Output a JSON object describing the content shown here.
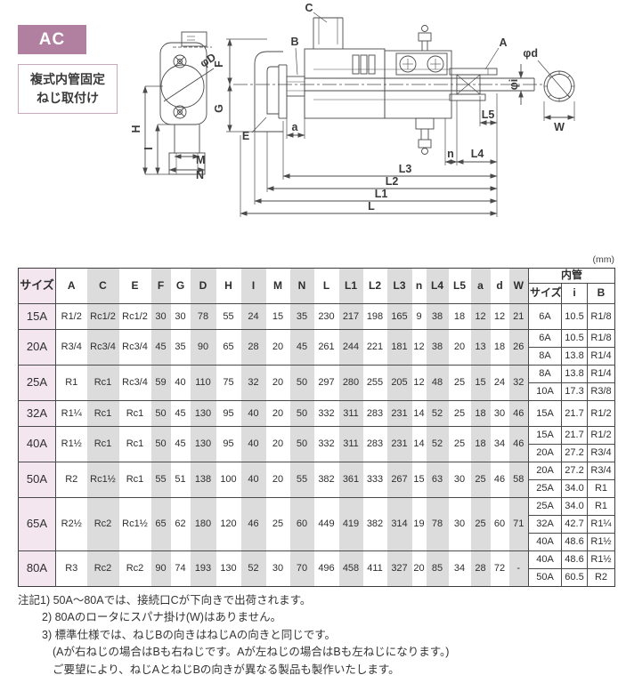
{
  "page": {
    "unit_label": "(mm)"
  },
  "header": {
    "badge": "AC",
    "subtitle_line1": "複式内管固定",
    "subtitle_line2": "ねじ取付け"
  },
  "drawing": {
    "labels": {
      "c": "C",
      "b": "B",
      "a_port": "A",
      "e": "E",
      "f": "F",
      "g": "G",
      "h": "H",
      "i_view": "I",
      "m": "M",
      "n_view": "N",
      "phi_d_view": "φD",
      "phi_d": "φd",
      "phi_i": "φi",
      "a_dim": "a",
      "n_dim": "n",
      "w": "W",
      "l": "L",
      "l1": "L1",
      "l2": "L2",
      "l3": "L3",
      "l4": "L4",
      "l5": "L5"
    }
  },
  "table": {
    "size_header": "サイズ",
    "dim_headers": [
      "A",
      "C",
      "E",
      "F",
      "G",
      "D",
      "H",
      "I",
      "M",
      "N",
      "L",
      "L1",
      "L2",
      "L3",
      "n",
      "L4",
      "L5",
      "a",
      "d",
      "W"
    ],
    "inner_group_header": "内管",
    "inner_headers": [
      "サイズ",
      "i",
      "B"
    ],
    "rows": [
      {
        "size": "15A",
        "dims": [
          "R1/2",
          "Rc1/2",
          "Rc1/2",
          "30",
          "30",
          "78",
          "55",
          "24",
          "15",
          "35",
          "230",
          "217",
          "198",
          "165",
          "9",
          "38",
          "18",
          "12",
          "12",
          "21"
        ],
        "inner": [
          [
            "6A",
            "10.5",
            "R1/8"
          ]
        ]
      },
      {
        "size": "20A",
        "dims": [
          "R3/4",
          "Rc3/4",
          "Rc3/4",
          "45",
          "35",
          "90",
          "65",
          "28",
          "20",
          "45",
          "261",
          "244",
          "221",
          "181",
          "12",
          "38",
          "20",
          "13",
          "18",
          "26"
        ],
        "inner": [
          [
            "6A",
            "10.5",
            "R1/8"
          ],
          [
            "8A",
            "13.8",
            "R1/4"
          ]
        ]
      },
      {
        "size": "25A",
        "dims": [
          "R1",
          "Rc1",
          "Rc3/4",
          "59",
          "40",
          "110",
          "75",
          "32",
          "20",
          "50",
          "297",
          "280",
          "255",
          "205",
          "12",
          "48",
          "25",
          "15",
          "24",
          "32"
        ],
        "inner": [
          [
            "8A",
            "13.8",
            "R1/4"
          ],
          [
            "10A",
            "17.3",
            "R3/8"
          ]
        ]
      },
      {
        "size": "32A",
        "dims": [
          "R1¼",
          "Rc1",
          "Rc1",
          "50",
          "45",
          "130",
          "95",
          "40",
          "20",
          "50",
          "332",
          "311",
          "283",
          "231",
          "14",
          "52",
          "25",
          "18",
          "30",
          "46"
        ],
        "inner": [
          [
            "15A",
            "21.7",
            "R1/2"
          ]
        ]
      },
      {
        "size": "40A",
        "dims": [
          "R1½",
          "Rc1",
          "Rc1",
          "50",
          "45",
          "130",
          "95",
          "40",
          "20",
          "50",
          "332",
          "311",
          "283",
          "231",
          "14",
          "52",
          "25",
          "18",
          "34",
          "46"
        ],
        "inner": [
          [
            "15A",
            "21.7",
            "R1/2"
          ],
          [
            "20A",
            "27.2",
            "R3/4"
          ]
        ]
      },
      {
        "size": "50A",
        "dims": [
          "R2",
          "Rc1½",
          "Rc1",
          "55",
          "51",
          "138",
          "100",
          "40",
          "20",
          "55",
          "382",
          "361",
          "333",
          "267",
          "15",
          "63",
          "30",
          "25",
          "46",
          "58"
        ],
        "inner": [
          [
            "20A",
            "27.2",
            "R3/4"
          ],
          [
            "25A",
            "34.0",
            "R1"
          ]
        ]
      },
      {
        "size": "65A",
        "dims": [
          "R2½",
          "Rc2",
          "Rc1½",
          "65",
          "62",
          "180",
          "120",
          "46",
          "25",
          "60",
          "449",
          "419",
          "382",
          "314",
          "19",
          "78",
          "30",
          "25",
          "60",
          "71"
        ],
        "inner": [
          [
            "25A",
            "34.0",
            "R1"
          ],
          [
            "32A",
            "42.7",
            "R1¼"
          ],
          [
            "40A",
            "48.6",
            "R1½"
          ]
        ]
      },
      {
        "size": "80A",
        "dims": [
          "R3",
          "Rc2",
          "Rc2",
          "90",
          "74",
          "193",
          "130",
          "52",
          "30",
          "70",
          "496",
          "458",
          "411",
          "327",
          "20",
          "85",
          "34",
          "28",
          "72",
          "-"
        ],
        "inner": [
          [
            "40A",
            "48.6",
            "R1½"
          ],
          [
            "50A",
            "60.5",
            "R2"
          ]
        ]
      }
    ]
  },
  "notes": {
    "lines": [
      {
        "indent": 0,
        "text": "注記1) 50A～80Aでは、接続口Cが下向きで出荷されます。"
      },
      {
        "indent": 1,
        "text": "2) 80Aのロータにスパナ掛け(W)はありません。"
      },
      {
        "indent": 1,
        "text": "3) 標準仕様では、ねじBの向きはねじAの向きと同じです。"
      },
      {
        "indent": 2,
        "text": "(Aが右ねじの場合はBも右ねじです。Aが左ねじの場合はBも左ねじになります。)"
      },
      {
        "indent": 2,
        "text": "ご要望により、ねじAとねじBの向きが異なる製品も製作いたします。"
      }
    ]
  },
  "colors": {
    "accent": "#b180a1",
    "accent_light": "#f3e6ee",
    "band_gray": "#dcdcdc",
    "line": "#4a4a4a"
  }
}
